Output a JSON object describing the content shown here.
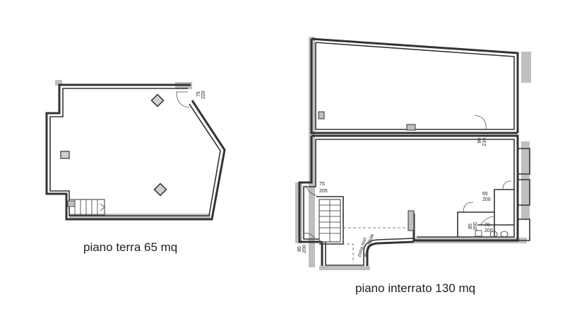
{
  "plans": {
    "ground": {
      "caption": "piano terra 65 mq",
      "door_labels": [
        {
          "w": "75",
          "h": "220"
        }
      ]
    },
    "basement": {
      "caption": "piano interrato 130 mq",
      "door_labels": [
        {
          "w": "90",
          "h": "210"
        },
        {
          "w": "75",
          "h": "205"
        },
        {
          "w": "65",
          "h": "200"
        },
        {
          "w": "70",
          "h": "200"
        },
        {
          "w": "85",
          "h": "200"
        },
        {
          "w": "85",
          "h": "200"
        }
      ],
      "zone_note_line1": "zona non",
      "zone_note_line2": "accessibile"
    }
  }
}
